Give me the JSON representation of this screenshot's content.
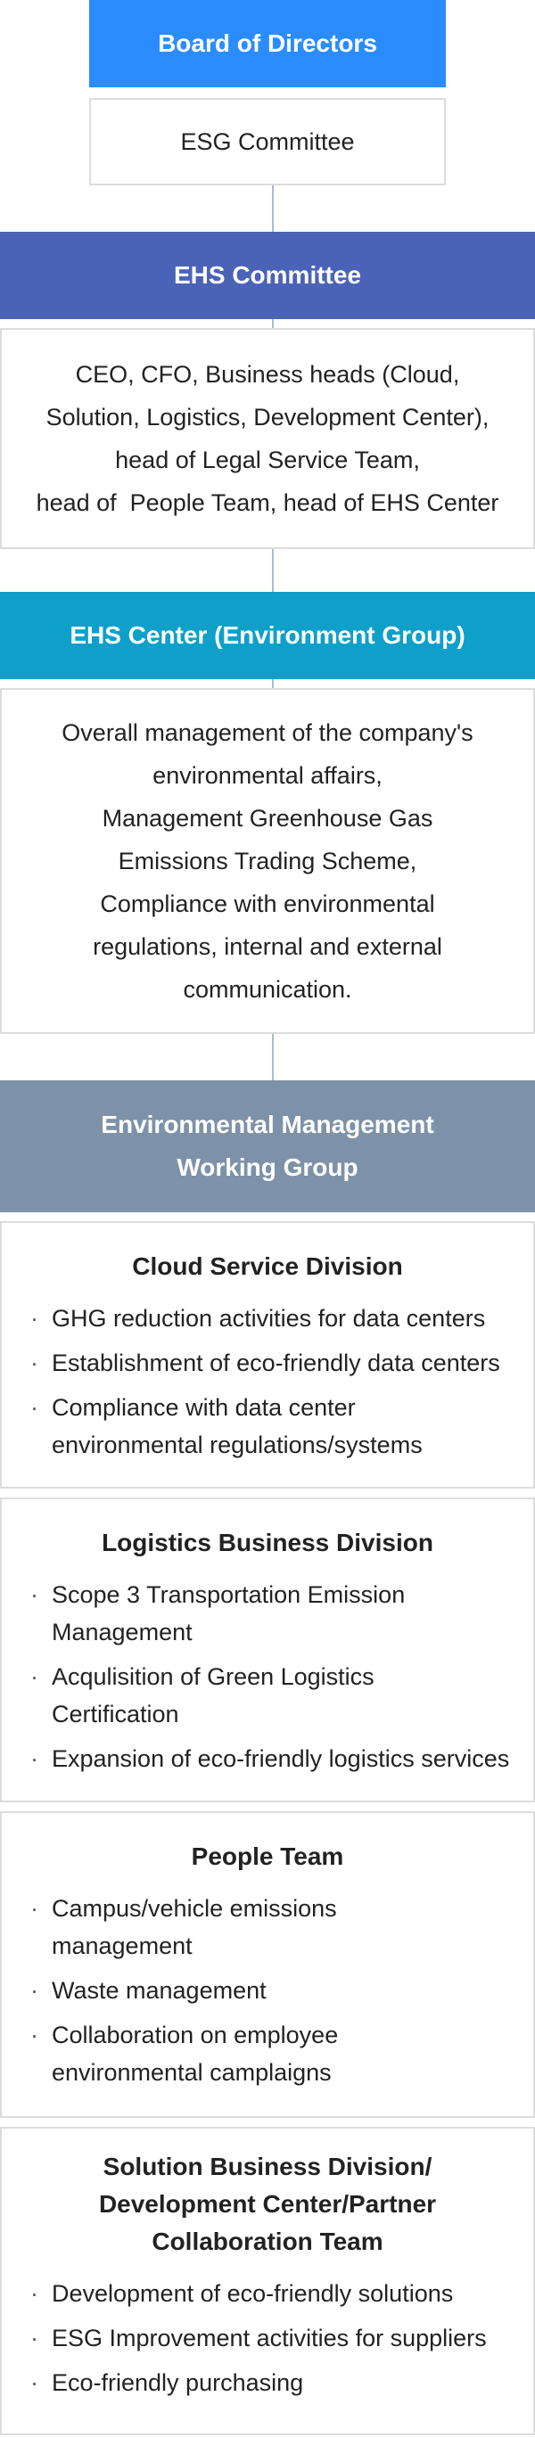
{
  "board": {
    "label": "Board of Directors"
  },
  "esg_committee": {
    "label": "ESG Committee"
  },
  "ehs_committee": {
    "label": "EHS Committee",
    "members": [
      "CEO, CFO, Business heads (Cloud,",
      "Solution, Logistics, Development Center),",
      "head of Legal Service Team,",
      "head of  People Team, head of EHS Center"
    ]
  },
  "ehs_center": {
    "label": "EHS Center (Environment Group)",
    "duties": [
      "Overall management of the company's",
      "environmental affairs,",
      "Management Greenhouse Gas",
      "Emissions Trading Scheme,",
      "Compliance with environmental",
      "regulations, internal and external",
      "communication."
    ]
  },
  "working_group": {
    "label_lines": [
      "Environmental Management",
      "Working Group"
    ]
  },
  "divisions": [
    {
      "title_lines": [
        "Cloud Service Division"
      ],
      "items": [
        [
          "GHG reduction activities for data centers"
        ],
        [
          "Establishment of eco-friendly data centers"
        ],
        [
          "Compliance with data center",
          "environmental regulations/systems"
        ]
      ]
    },
    {
      "title_lines": [
        "Logistics Business Division"
      ],
      "items": [
        [
          "Scope 3 Transportation Emission",
          "Management"
        ],
        [
          "Acqulisition of Green Logistics",
          "Certification"
        ],
        [
          "Expansion of eco-friendly logistics services"
        ]
      ]
    },
    {
      "title_lines": [
        "People Team"
      ],
      "items": [
        [
          "Campus/vehicle emissions",
          "management"
        ],
        [
          "Waste management"
        ],
        [
          "Collaboration on employee",
          "environmental camplaigns"
        ]
      ]
    },
    {
      "title_lines": [
        "Solution Business Division/",
        "Development Center/Partner",
        "Collaboration Team"
      ],
      "items": [
        [
          "Development of eco-friendly solutions"
        ],
        [
          "ESG Improvement activities for suppliers"
        ],
        [
          "Eco-friendly purchasing"
        ]
      ]
    }
  ],
  "colors": {
    "board": "#2a8cff",
    "ehs_committee": "#4b63b6",
    "ehs_center": "#0ea0c9",
    "working_group": "#7d92a8",
    "connector": "#a9bcd0",
    "border": "#dcdcdc"
  }
}
